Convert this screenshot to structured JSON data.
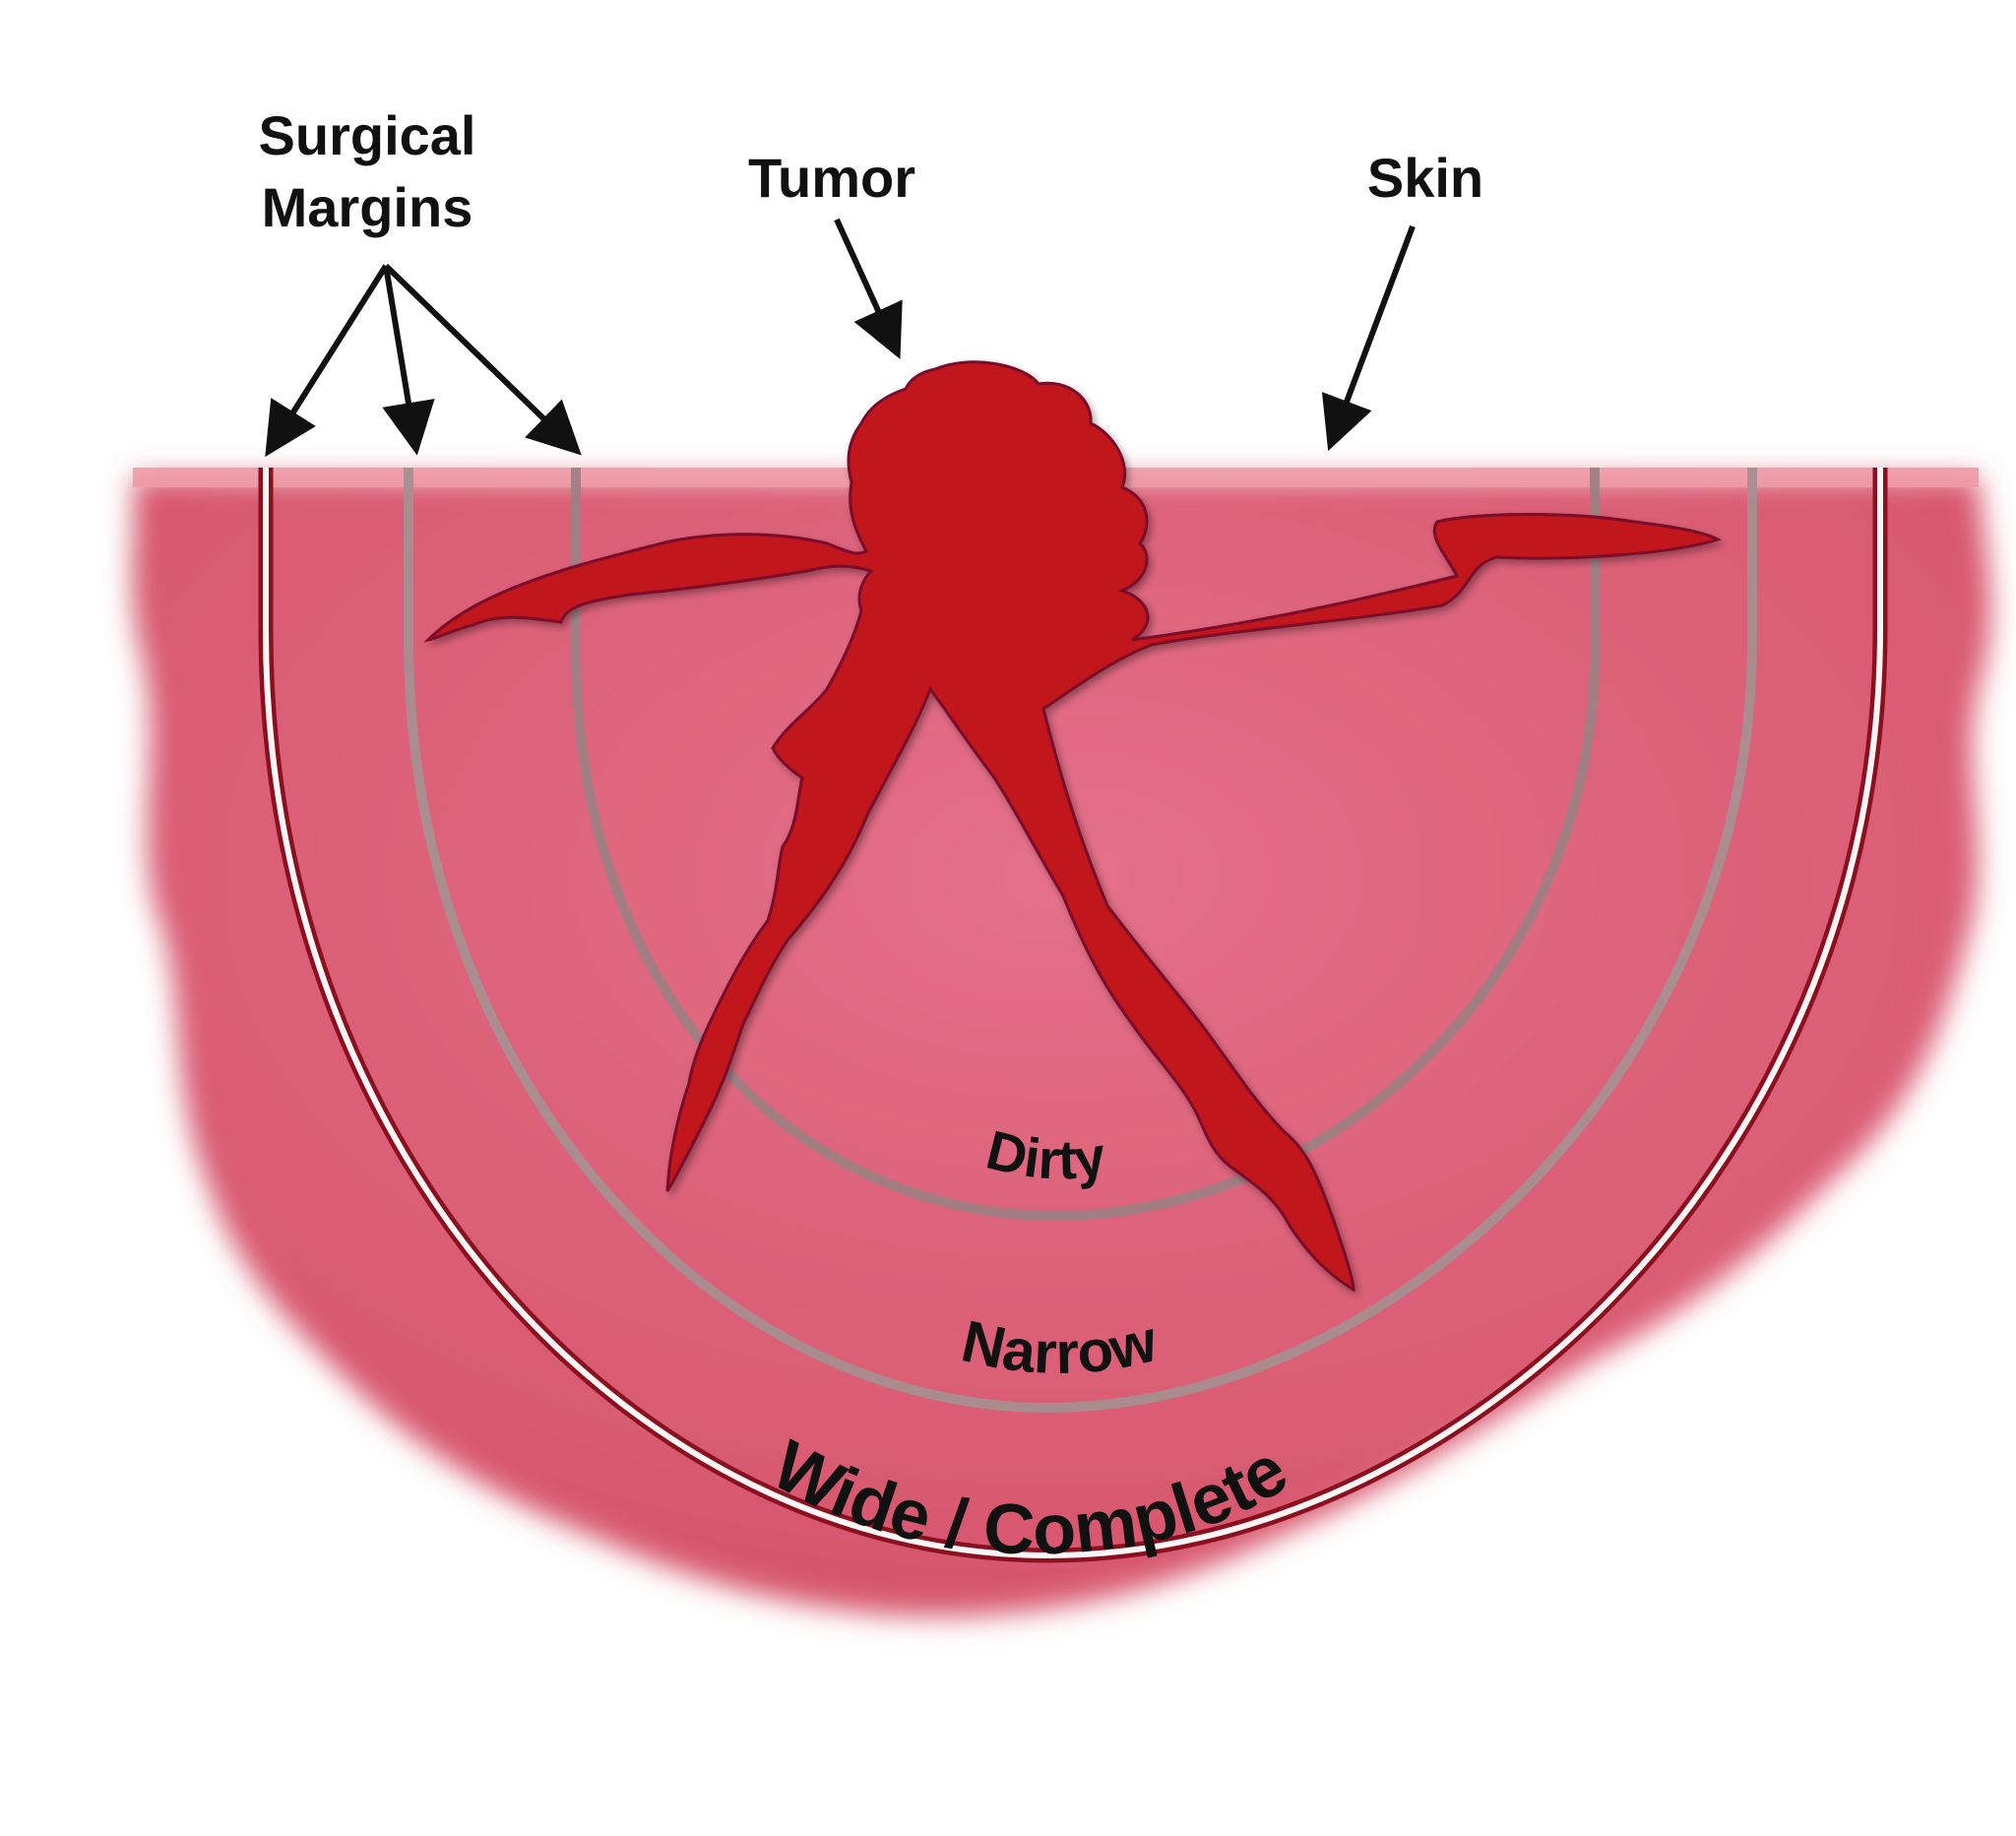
{
  "labels": {
    "surgical_margins_line1": "Surgical",
    "surgical_margins_line2": "Margins",
    "tumor": "Tumor",
    "skin": "Skin",
    "dirty": "Dirty",
    "narrow": "Narrow",
    "wide_complete": "Wide / Complete"
  },
  "colors": {
    "tissue": "#dc6277",
    "skin_strip": "#ee9aa6",
    "tumor": "#c0121f",
    "tumor_edge": "#7a0a2a",
    "margin_dirty": "#9e7f84",
    "margin_narrow": "#a88e90",
    "margin_wide_outer": "#8a1020",
    "margin_wide_inner": "#fff5f5",
    "text": "#111111"
  }
}
